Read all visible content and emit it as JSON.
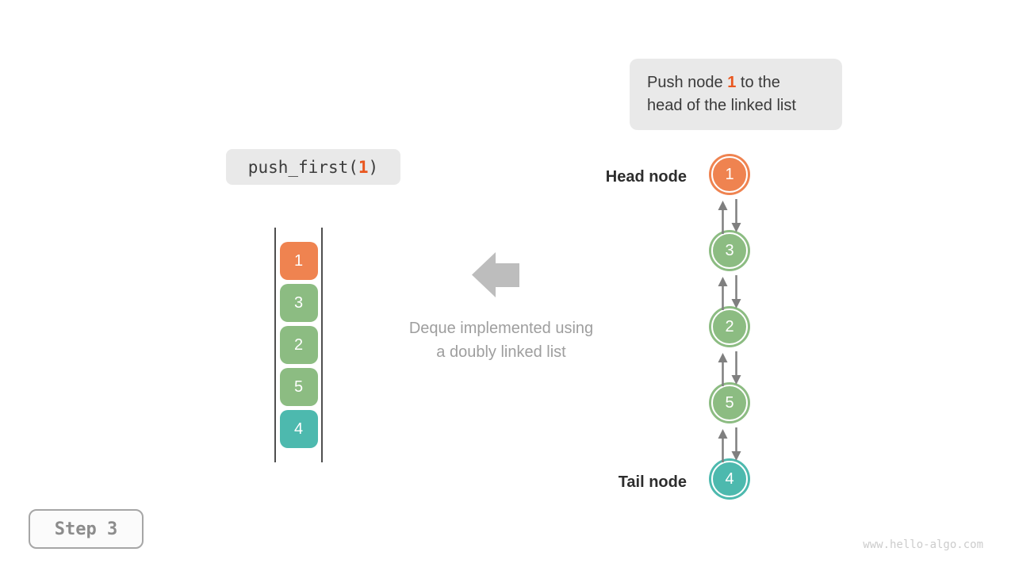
{
  "callout": {
    "line1_pre": "Push node ",
    "highlight": "1",
    "line1_post": " to the",
    "line2": "head of the linked list"
  },
  "operation": {
    "pre": "push_first(",
    "arg": "1",
    "post": ")"
  },
  "deque_stack": {
    "cells": [
      {
        "value": "1",
        "color": "#ef8350"
      },
      {
        "value": "3",
        "color": "#8cbc82"
      },
      {
        "value": "2",
        "color": "#8cbc82"
      },
      {
        "value": "5",
        "color": "#8cbc82"
      },
      {
        "value": "4",
        "color": "#4db9ae"
      }
    ]
  },
  "description": {
    "line1": "Deque implemented using",
    "line2": "a doubly linked list"
  },
  "linked_list": {
    "head_label": "Head node",
    "tail_label": "Tail node",
    "nodes": [
      {
        "value": "1",
        "color": "#ef8350"
      },
      {
        "value": "3",
        "color": "#8cbc82"
      },
      {
        "value": "2",
        "color": "#8cbc82"
      },
      {
        "value": "5",
        "color": "#8cbc82"
      },
      {
        "value": "4",
        "color": "#4db9ae"
      }
    ]
  },
  "step": {
    "label": "Step 3"
  },
  "watermark": "www.hello-algo.com",
  "colors": {
    "orange": "#ef8350",
    "green": "#8cbc82",
    "teal": "#4db9ae",
    "highlight": "#e9571f",
    "connector_arrow": "#7f7f7f",
    "block_arrow": "#bdbdbd"
  }
}
